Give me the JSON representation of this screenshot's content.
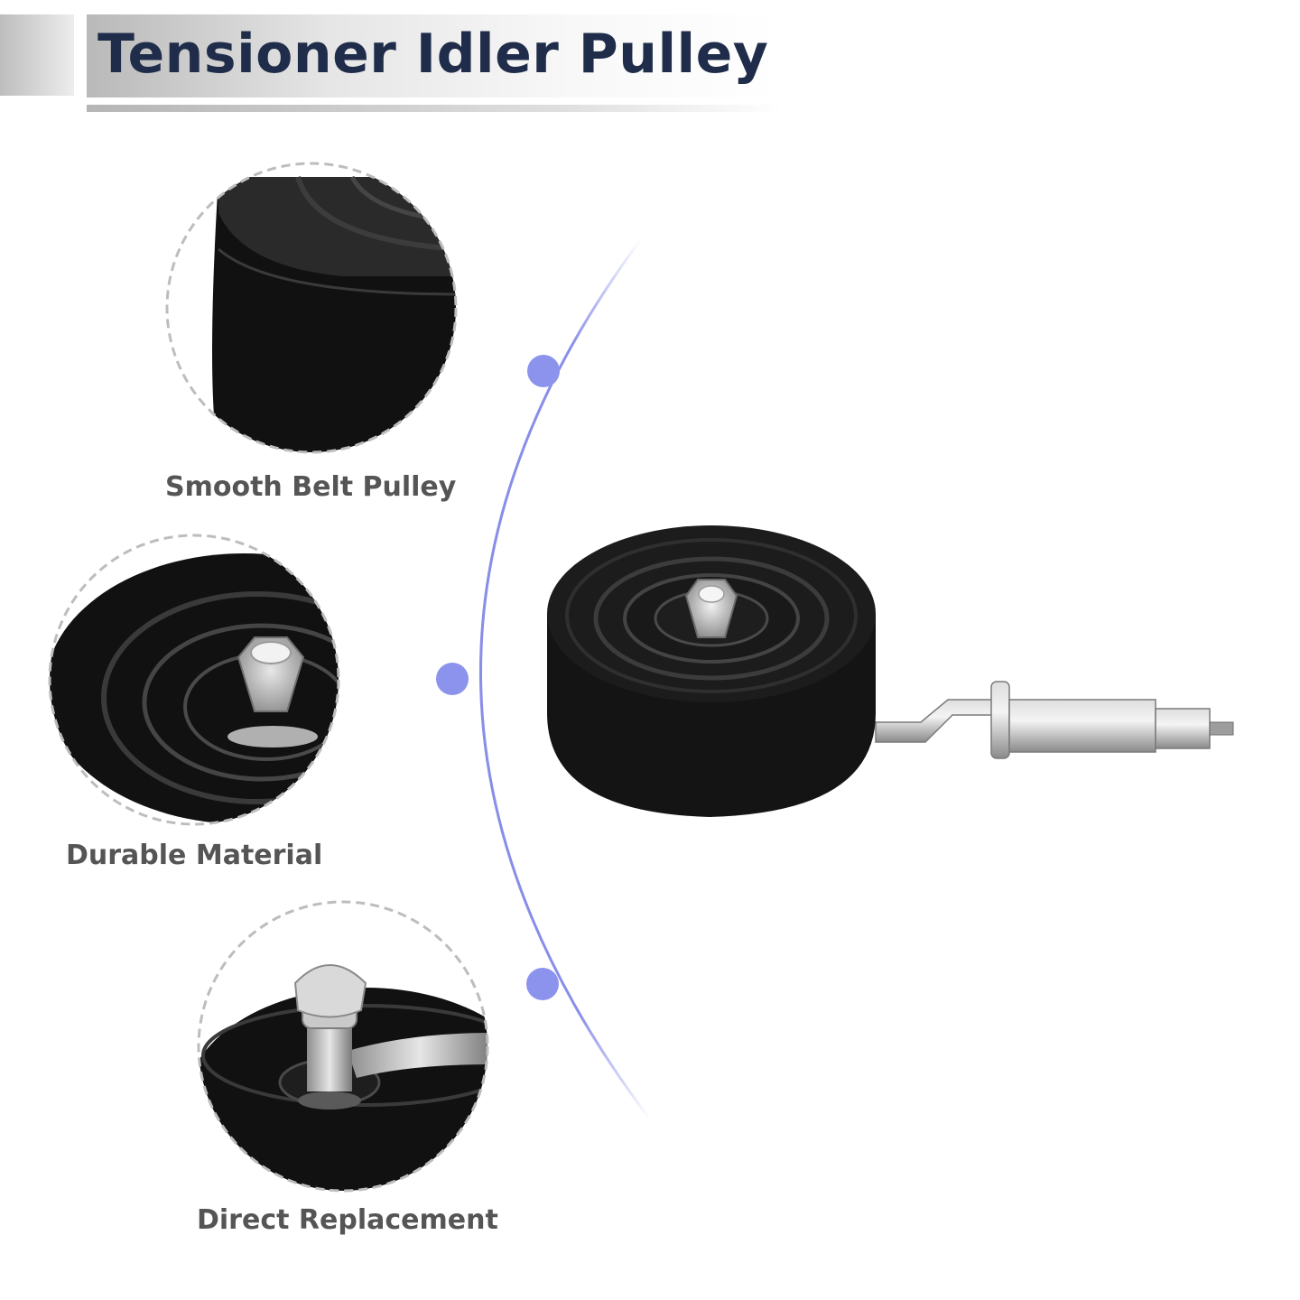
{
  "header": {
    "title": "Tensioner Idler Pulley"
  },
  "features": [
    {
      "label": "Smooth Belt Pulley"
    },
    {
      "label": "Durable Material"
    },
    {
      "label": "Direct Replacement"
    }
  ],
  "colors": {
    "title": "#1f2d4a",
    "accent_line": "#7b82e6",
    "accent_dot": "#8c93ec",
    "caption": "#555555"
  }
}
